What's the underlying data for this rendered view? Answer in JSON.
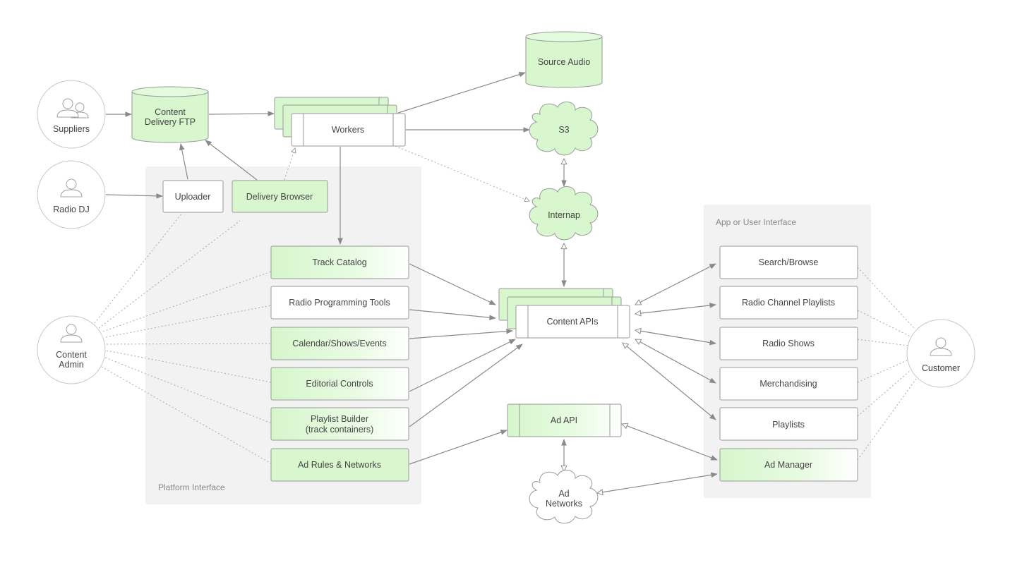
{
  "groups": {
    "platform": "Platform Interface",
    "app": "App or User Interface"
  },
  "actors": {
    "suppliers": "Suppliers",
    "radio_dj": "Radio DJ",
    "content_admin_1": "Content",
    "content_admin_2": "Admin",
    "customer": "Customer"
  },
  "stores": {
    "content_ftp_1": "Content",
    "content_ftp_2": "Delivery FTP",
    "source_audio": "Source Audio"
  },
  "clouds": {
    "s3": "S3",
    "internap": "Internap",
    "ad_networks_1": "Ad",
    "ad_networks_2": "Networks"
  },
  "services": {
    "workers": "Workers",
    "content_apis": "Content APIs",
    "ad_api": "Ad API"
  },
  "tools": {
    "uploader": "Uploader",
    "delivery_browser": "Delivery Browser",
    "track_catalog": "Track Catalog",
    "radio_programming_tools": "Radio Programming Tools",
    "calendar": "Calendar/Shows/Events",
    "editorial_controls": "Editorial Controls",
    "playlist_builder_1": "Playlist Builder",
    "playlist_builder_2": "(track containers)",
    "ad_rules": "Ad Rules & Networks"
  },
  "apps": {
    "search_browse": "Search/Browse",
    "radio_channel_playlists": "Radio Channel Playlists",
    "radio_shows": "Radio Shows",
    "merchandising": "Merchandising",
    "playlists": "Playlists",
    "ad_manager": "Ad Manager"
  },
  "colors": {
    "green_fill": "#d8f7cf",
    "green_light": "#eafbe4",
    "stroke": "#9a9a9a",
    "group_bg": "#f2f2f2"
  }
}
